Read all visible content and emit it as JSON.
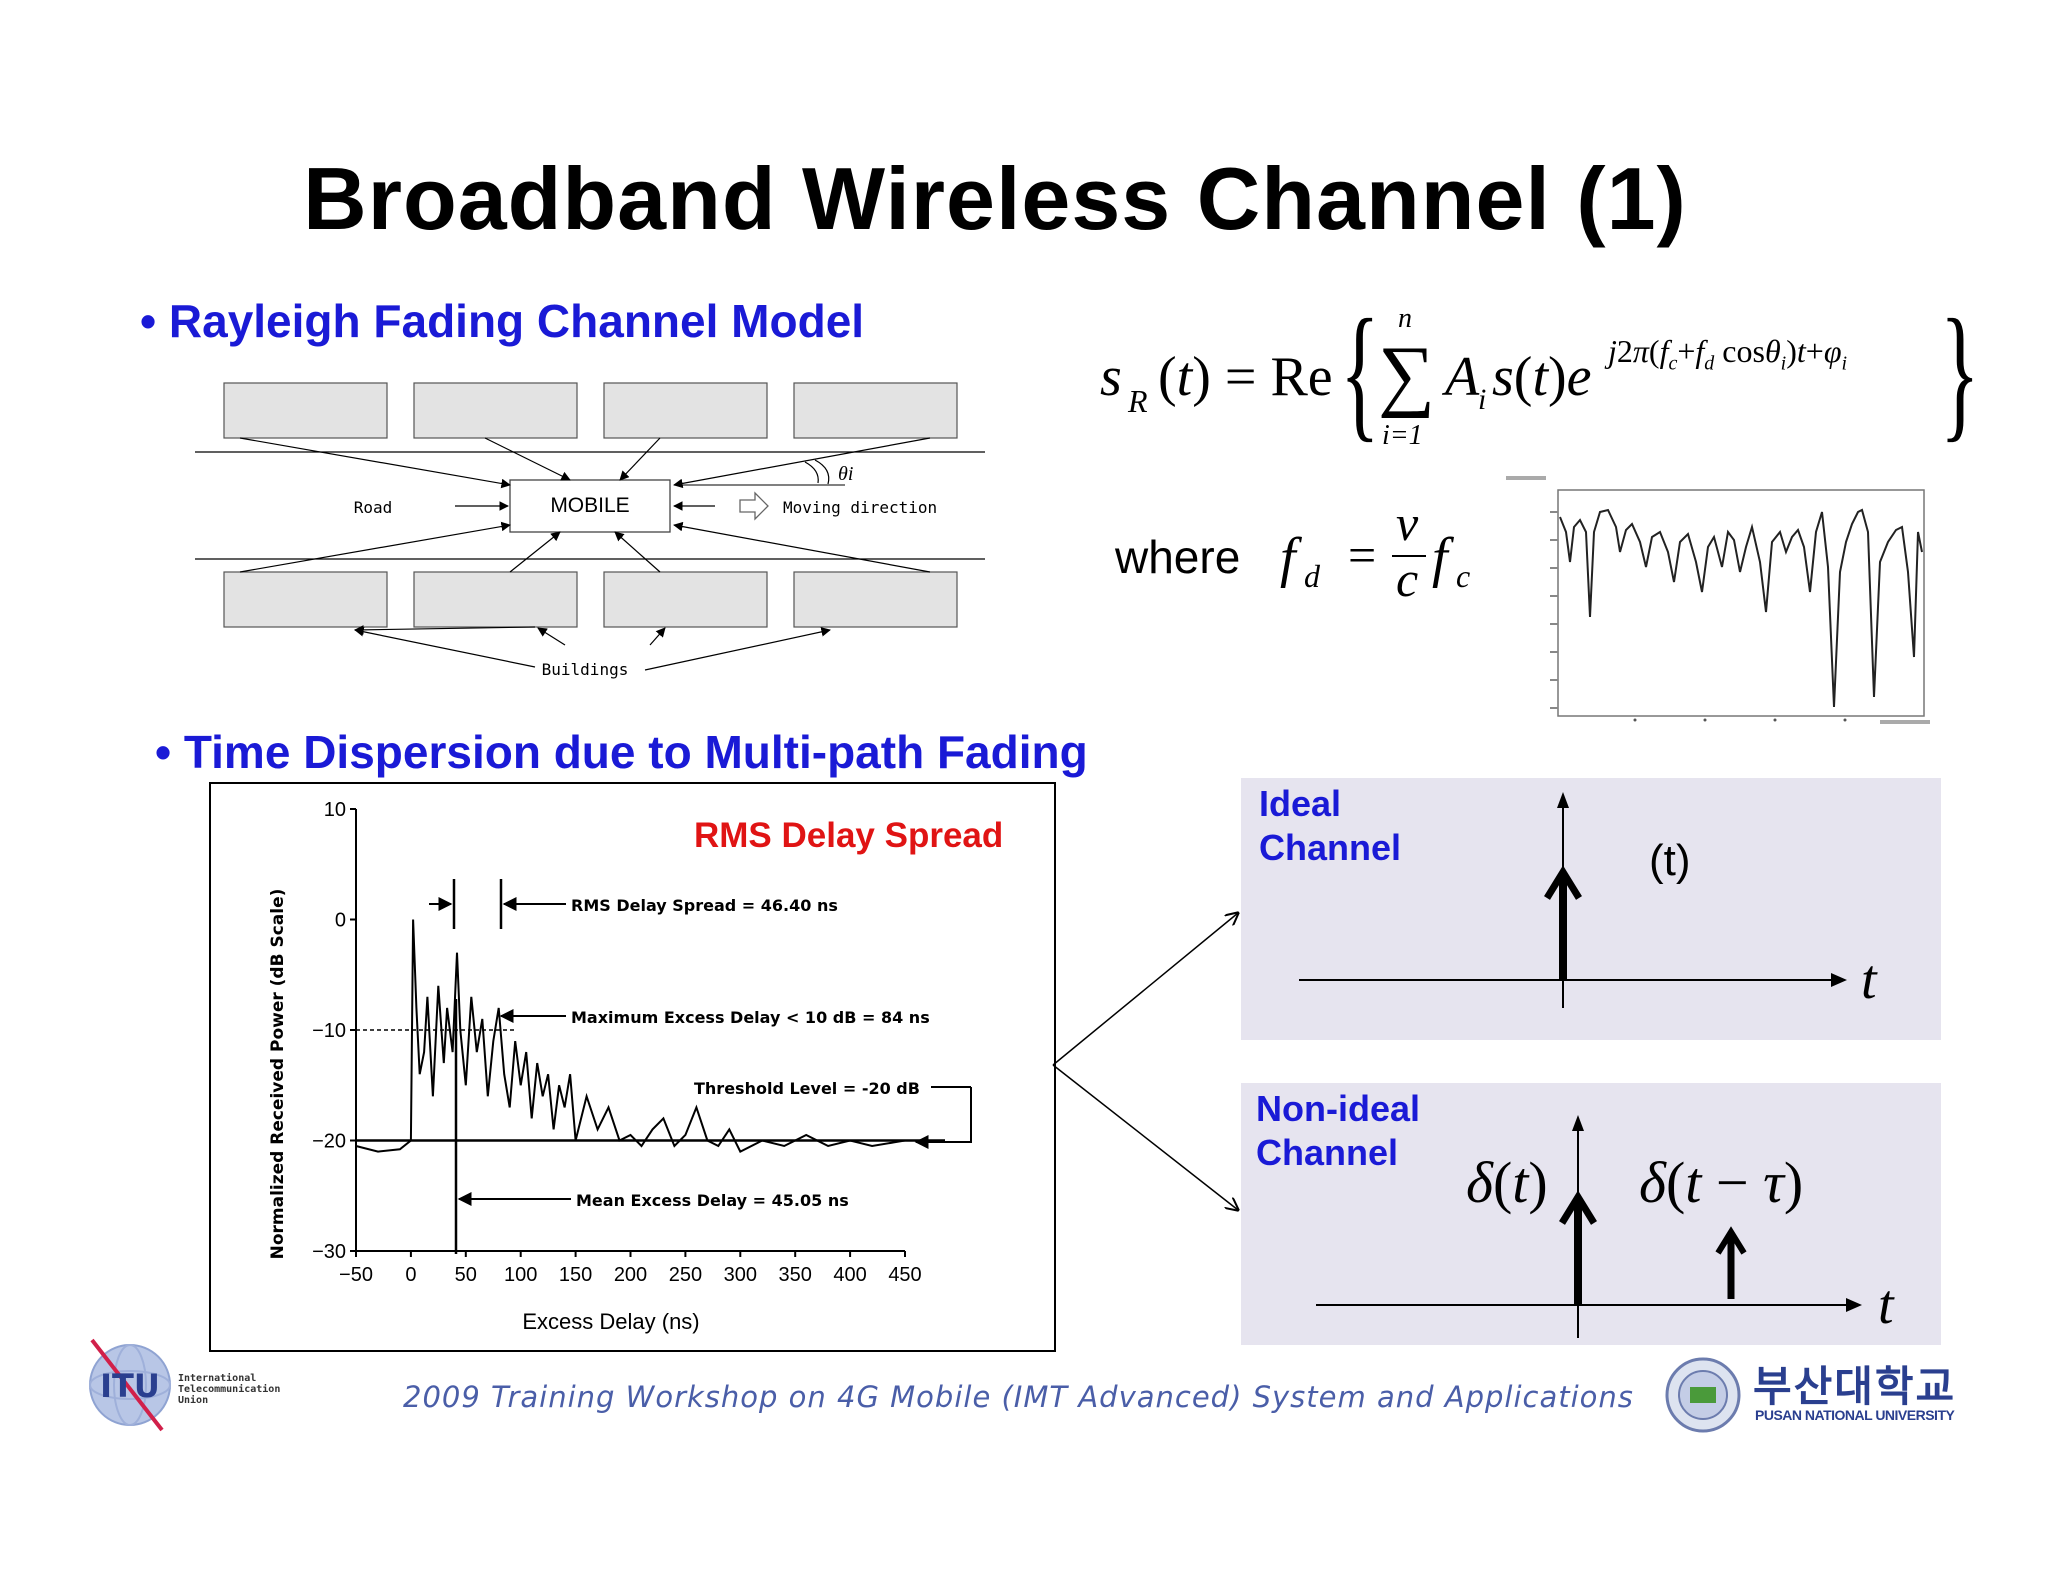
{
  "slide": {
    "title": "Broadband Wireless Channel (1)",
    "bullet1": "• Rayleigh Fading Channel Model",
    "bullet2": "• Time Dispersion due to Multi-path Fading"
  },
  "road_diagram": {
    "mobile_label": "MOBILE",
    "road_label": "Road",
    "direction_label": "Moving direction",
    "buildings_label": "Buildings",
    "angle_label": "θi"
  },
  "equations": {
    "sum_upper": "n",
    "sum_lower": "i=1",
    "where_label": "where"
  },
  "delay_plot": {
    "title": "RMS Delay Spread",
    "ylabel": "Normalized Received Power (dB Scale)",
    "xlabel": "Excess Delay (ns)",
    "yticks": [
      "10",
      "0",
      "-10",
      "-20",
      "-30"
    ],
    "xticks": [
      "-50",
      "0",
      "50",
      "100",
      "150",
      "200",
      "250",
      "300",
      "350",
      "400",
      "450"
    ],
    "annotations": {
      "rms": "RMS Delay Spread = 46.40 ns",
      "max_excess": "Maximum Excess Delay < 10 dB = 84 ns",
      "threshold": "Threshold Level = -20 dB",
      "mean_excess": "Mean Excess Delay = 45.05 ns"
    }
  },
  "chart_data": {
    "type": "line",
    "title": "RMS Delay Spread",
    "xlabel": "Excess Delay (ns)",
    "ylabel": "Normalized Received Power (dB Scale)",
    "xlim": [
      -50,
      450
    ],
    "ylim": [
      -30,
      10
    ],
    "x": [
      -50,
      -30,
      -10,
      0,
      2,
      5,
      8,
      12,
      15,
      20,
      25,
      30,
      33,
      38,
      42,
      45,
      50,
      55,
      60,
      65,
      70,
      75,
      80,
      85,
      90,
      95,
      100,
      105,
      110,
      115,
      120,
      125,
      130,
      135,
      140,
      145,
      150,
      160,
      170,
      180,
      190,
      200,
      210,
      220,
      230,
      240,
      250,
      260,
      270,
      280,
      290,
      300,
      320,
      340,
      360,
      380,
      400,
      420,
      450
    ],
    "y": [
      -20.5,
      -21,
      -20.8,
      -20,
      0,
      -8,
      -14,
      -12,
      -7,
      -16,
      -6,
      -13,
      -8,
      -12,
      -3,
      -10,
      -15,
      -7,
      -12,
      -9,
      -16,
      -11,
      -8,
      -14,
      -17,
      -11,
      -15,
      -12,
      -18,
      -13,
      -16,
      -14,
      -19,
      -15,
      -17,
      -14,
      -20,
      -16,
      -19,
      -17,
      -20,
      -19.5,
      -20.5,
      -19,
      -18,
      -20.5,
      -19.5,
      -17,
      -20,
      -20.5,
      -19,
      -21,
      -20,
      -20.5,
      -19.5,
      -20.5,
      -20,
      -20.5,
      -20
    ],
    "threshold": -20,
    "grid": false
  },
  "channels": {
    "ideal": {
      "label_line1": "Ideal",
      "label_line2": "Channel",
      "impulse_label": "(t)",
      "axis_label": "t"
    },
    "nonideal": {
      "label_line1": "Non-ideal",
      "label_line2": "Channel",
      "axis_label": "t"
    }
  },
  "footer": {
    "itu_logo_text": "ITU",
    "itu_org_line1": "International",
    "itu_org_line2": "Telecommunication",
    "itu_org_line3": "Union",
    "workshop": "2009 Training Workshop on 4G Mobile (IMT Advanced) System and Applications",
    "univ_korean": "부산대학교",
    "univ_english": "PUSAN NATIONAL UNIVERSITY"
  },
  "colors": {
    "accent_blue": "#1a1ad6",
    "plot_title_red": "#e01414",
    "panel_bg": "#e6e4ef"
  }
}
